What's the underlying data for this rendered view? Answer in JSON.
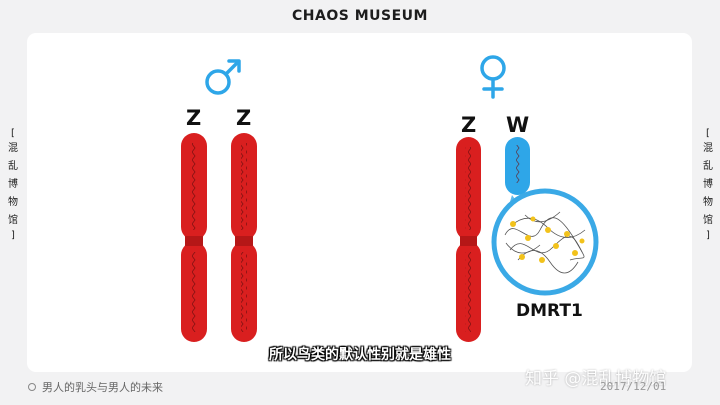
{
  "header": {
    "title": "CHAOS MUSEUM"
  },
  "side_tab": {
    "bracket_open": "[",
    "chars": [
      "混",
      "乱",
      "博",
      "物",
      "馆"
    ],
    "bracket_close": "]"
  },
  "diagram": {
    "male_symbol": "♂",
    "female_symbol": "♀",
    "male_labels": [
      "Z",
      "Z"
    ],
    "female_labels": [
      "Z",
      "W"
    ],
    "protein_label": "DMRT1",
    "colors": {
      "chromosome": "#d91f1f",
      "w_chromosome": "#2ea6e8",
      "symbol": "#2ea6e8",
      "zoom_ring": "#3aa9e6"
    }
  },
  "subtitle": {
    "text": "所以鸟类的默认性别就是雄性"
  },
  "footer": {
    "episode_title": "男人的乳头与男人的未来",
    "watermark": "知乎 @混乱博物馆",
    "timestamp": "2017/12/01"
  }
}
